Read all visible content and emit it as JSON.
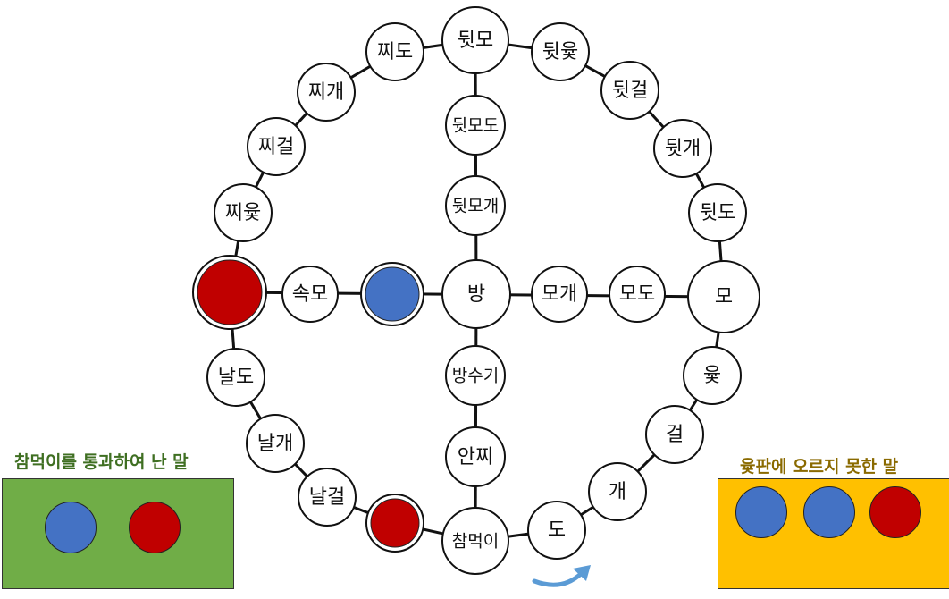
{
  "colors": {
    "blue_token": "#4472c4",
    "red_token": "#c00000",
    "left_panel": "#70ad47",
    "right_panel": "#ffc000",
    "arrow": "#5b9bd5"
  },
  "board": {
    "center": "방",
    "outer_ring": [
      "모",
      "뒷도",
      "뒷개",
      "뒷걸",
      "뒷윷",
      "뒷모",
      "찌도",
      "찌개",
      "찌걸",
      "찌윷",
      "",
      "날도",
      "날개",
      "날걸",
      "",
      "참먹이",
      "도",
      "개",
      "걸",
      "윷"
    ],
    "diagonal_top": [
      "뒷모도",
      "뒷모개"
    ],
    "diagonal_right": [
      "모개",
      "모도"
    ],
    "diagonal_left": [
      "속모",
      ""
    ],
    "diagonal_bottom": [
      "방수기",
      "안찌"
    ]
  },
  "tokens_on_board": [
    "red",
    "blue",
    "red"
  ],
  "left_panel": {
    "title": "참먹이를 통과하여 난 말",
    "tokens": [
      "blue",
      "red"
    ]
  },
  "right_panel": {
    "title": "윷판에 오르지 못한 말",
    "tokens": [
      "blue",
      "blue",
      "red"
    ]
  }
}
